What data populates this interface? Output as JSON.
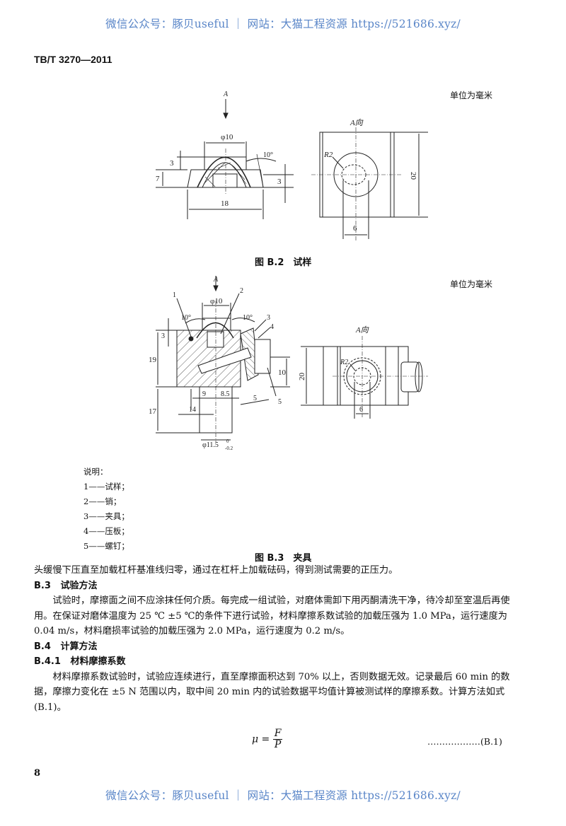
{
  "watermark": {
    "top": "微信公众号：豚贝useful ｜ 网站：大猫工程资源 https://521686.xyz/",
    "bottom": "微信公众号：豚贝useful ｜ 网站：大猫工程资源 https://521686.xyz/",
    "color": "#5a86c8"
  },
  "header": {
    "standard_code": "TB/T 3270—2011"
  },
  "figure_b2": {
    "unit_note": "单位为毫米",
    "caption": "图 B.2　试样",
    "side_view": {
      "arrow_label": "A",
      "dims": {
        "diameter": "φ10",
        "angle": "10°",
        "height_total": "7",
        "height_top": "3",
        "height_right": "3",
        "width": "18"
      }
    },
    "a_view": {
      "title": "A向",
      "dims": {
        "radius": "R2",
        "height": "20",
        "width": "6"
      }
    }
  },
  "figure_b3": {
    "unit_note": "单位为毫米",
    "caption": "图 B.3　夹具",
    "side_view": {
      "arrow_label": "A",
      "callouts": [
        "1",
        "2",
        "3",
        "4",
        "5",
        "5"
      ],
      "dims": {
        "diameter_top": "φ10",
        "angle_left": "10°",
        "angle_right": "10°",
        "h3": "3",
        "h19": "19",
        "h17": "17",
        "h10": "10",
        "w9": "9",
        "w8_5": "8.5",
        "w14": "14",
        "w5": "5",
        "shaft": "φ11.5",
        "tol_upper": "0",
        "tol_lower": "-0.2"
      }
    },
    "a_view": {
      "title": "A向",
      "dims": {
        "radius": "R2",
        "height": "20",
        "width": "6"
      }
    },
    "legend": {
      "title": "说明：",
      "items": [
        "1——试样；",
        "2——销；",
        "3——夹具；",
        "4——压板；",
        "5——螺钉；"
      ]
    }
  },
  "body": {
    "continuation": "头缓慢下压直至加载杠杆基准线归零，通过在杠杆上加载砝码，得到测试需要的正压力。",
    "sections": [
      {
        "number": "B.3",
        "title": "试验方法",
        "paragraph": "试验时，摩擦面之间不应涂抹任何介质。每完成一组试验，对磨体需卸下用丙酮清洗干净，待冷却至室温后再使用。在保证对磨体温度为 25 ℃ ±5 ℃的条件下进行试验，材料摩擦系数试验的加载压强为 1.0 MPa，运行速度为 0.04 m/s，材料磨损率试验的加载压强为 2.0 MPa，运行速度为 0.2 m/s。"
      },
      {
        "number": "B.4",
        "title": "计算方法"
      },
      {
        "number": "B.4.1",
        "title": "材料摩擦系数",
        "paragraph": "材料摩擦系数试验时，试验应连续进行，直至摩擦面积达到 70% 以上，否则数据无效。记录最后 60 min 的数据，摩擦力变化在 ±5 N 范围以内，取中间 20 min 内的试验数据平均值计算被测试样的摩擦系数。计算方法如式(B.1)。"
      }
    ],
    "formula": {
      "lhs": "μ =",
      "numerator": "F",
      "denominator": "P",
      "equation_number": "………………(B.1)"
    }
  },
  "footer": {
    "page_number": "8"
  }
}
